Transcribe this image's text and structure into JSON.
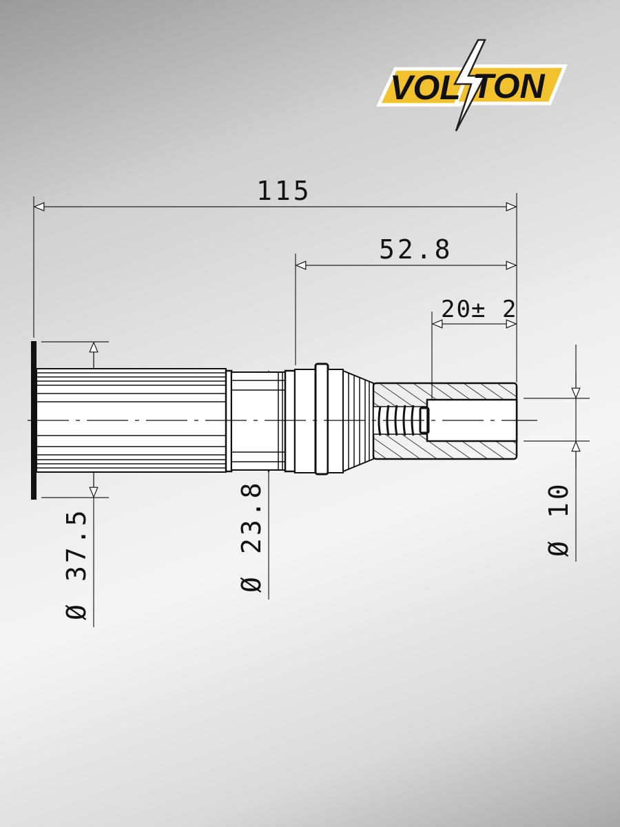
{
  "logo": {
    "left_text": "VOL",
    "right_text": "TON",
    "brand_color": "#f2c12e"
  },
  "dimensions": {
    "overall_length": "115",
    "tip_section_length": "52.8",
    "spring_depth_main": "20",
    "spring_depth_tol": "± 2",
    "boot_diameter": "37.5",
    "body_diameter": "23.8",
    "tip_diameter": "10",
    "diameter_symbol": "Ø"
  }
}
